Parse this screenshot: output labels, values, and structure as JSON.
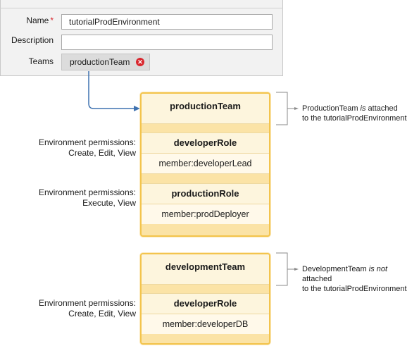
{
  "form": {
    "name_label": "Name",
    "required_mark": "*",
    "name_value": "tutorialProdEnvironment",
    "description_label": "Description",
    "description_value": "",
    "teams_label": "Teams",
    "team_chip": "productionTeam",
    "remove_icon": "close-icon"
  },
  "production_team": {
    "name": "productionTeam",
    "roles": [
      {
        "role": "developerRole",
        "member": "member:developerLead",
        "permissions_line1": "Environment permissions:",
        "permissions_line2": "Create, Edit, View"
      },
      {
        "role": "productionRole",
        "member": "member:prodDeployer",
        "permissions_line1": "Environment permissions:",
        "permissions_line2": "Execute, View"
      }
    ],
    "note_line1_before": "ProductionTeam ",
    "note_line1_em": "is",
    "note_line1_after": " attached",
    "note_line2": "to the tutorialProdEnvironment"
  },
  "development_team": {
    "name": "developmentTeam",
    "roles": [
      {
        "role": "developerRole",
        "member": "member:developerDB",
        "permissions_line1": "Environment permissions:",
        "permissions_line2": "Create, Edit, View"
      }
    ],
    "note_line1_before": "DevelopmentTeam ",
    "note_line1_em": "is not",
    "note_line1_after": " attached",
    "note_line2": "to the tutorialProdEnvironment"
  },
  "colors": {
    "team_fill": "#fbe3a6",
    "team_border": "#f3c44d",
    "connector": "#3f72b0",
    "required": "#d9272e"
  }
}
